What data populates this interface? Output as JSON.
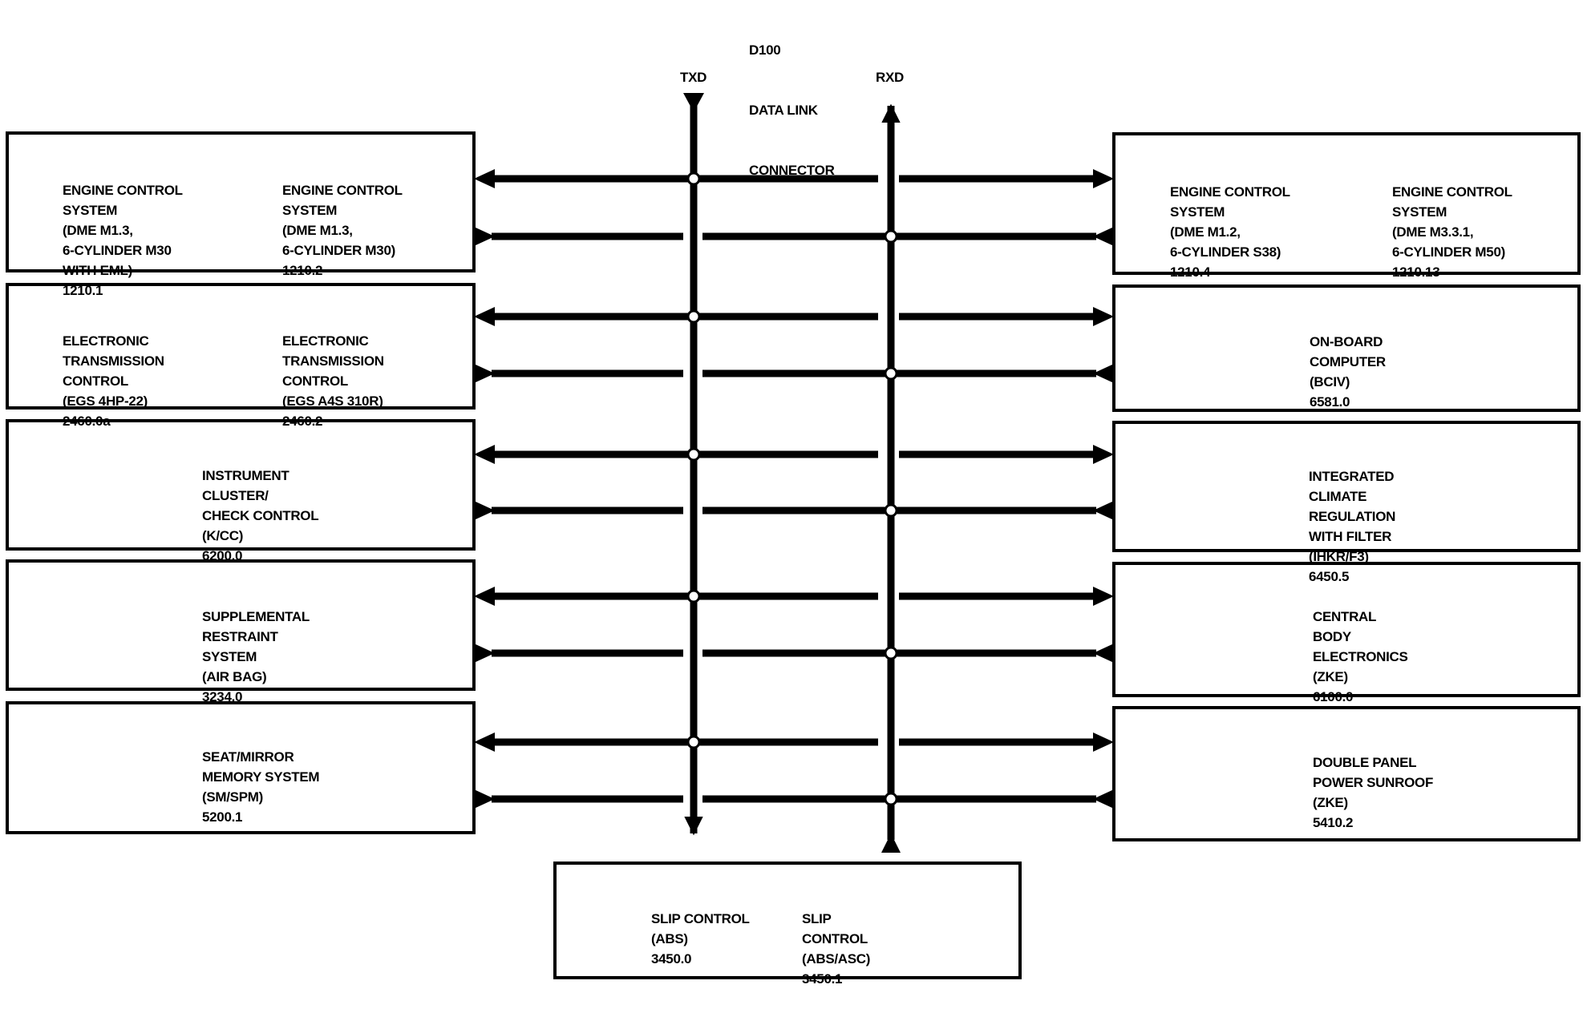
{
  "connector": {
    "title_lines": [
      "D100",
      "DATA LINK",
      "CONNECTOR"
    ],
    "txd": "TXD",
    "rxd": "RXD"
  },
  "modules_left": [
    {
      "columns": [
        [
          "ENGINE CONTROL",
          "SYSTEM",
          "(DME M1.3,",
          "6-CYLINDER M30",
          "WITH EML)",
          "1210.1"
        ],
        [
          "ENGINE CONTROL",
          "SYSTEM",
          "(DME M1.3,",
          "6-CYLINDER M30)",
          "1210.2"
        ]
      ]
    },
    {
      "columns": [
        [
          "ELECTRONIC",
          "TRANSMISSION",
          "CONTROL",
          "(EGS 4HP-22)",
          "2460.0a"
        ],
        [
          "ELECTRONIC",
          "TRANSMISSION",
          "CONTROL",
          "(EGS A4S 310R)",
          "2460.2"
        ]
      ]
    },
    {
      "columns": [
        [
          "INSTRUMENT",
          "CLUSTER/",
          "CHECK CONTROL",
          "(K/CC)",
          "6200.0"
        ]
      ]
    },
    {
      "columns": [
        [
          "SUPPLEMENTAL",
          "RESTRAINT",
          "SYSTEM",
          "(AIR BAG)",
          "3234.0"
        ]
      ]
    },
    {
      "columns": [
        [
          "SEAT/MIRROR",
          "MEMORY SYSTEM",
          "(SM/SPM)",
          "5200.1"
        ]
      ]
    }
  ],
  "modules_right": [
    {
      "columns": [
        [
          "ENGINE CONTROL",
          "SYSTEM",
          "(DME M1.2,",
          "6-CYLINDER S38)",
          "1210.4"
        ],
        [
          "ENGINE CONTROL",
          "SYSTEM",
          "(DME M3.3.1,",
          "6-CYLINDER M50)",
          "1210.13"
        ]
      ]
    },
    {
      "columns": [
        [
          "ON-BOARD",
          "COMPUTER",
          "(BCIV)",
          "6581.0"
        ]
      ]
    },
    {
      "columns": [
        [
          "INTEGRATED",
          "CLIMATE",
          "REGULATION",
          "WITH FILTER",
          "(IHKR/F3)",
          "6450.5"
        ]
      ]
    },
    {
      "columns": [
        [
          "CENTRAL",
          "BODY",
          "ELECTRONICS",
          "(ZKE)",
          "6100.0"
        ]
      ]
    },
    {
      "columns": [
        [
          "DOUBLE PANEL",
          "POWER SUNROOF",
          "(ZKE)",
          "5410.2"
        ]
      ]
    }
  ],
  "module_bottom": {
    "columns": [
      [
        "SLIP CONTROL",
        "(ABS)",
        "3450.0"
      ],
      [
        "SLIP",
        "CONTROL",
        "(ABS/ASC)",
        "3450.1"
      ]
    ]
  },
  "colors": {
    "ink": "#000000",
    "paper": "#ffffff"
  }
}
